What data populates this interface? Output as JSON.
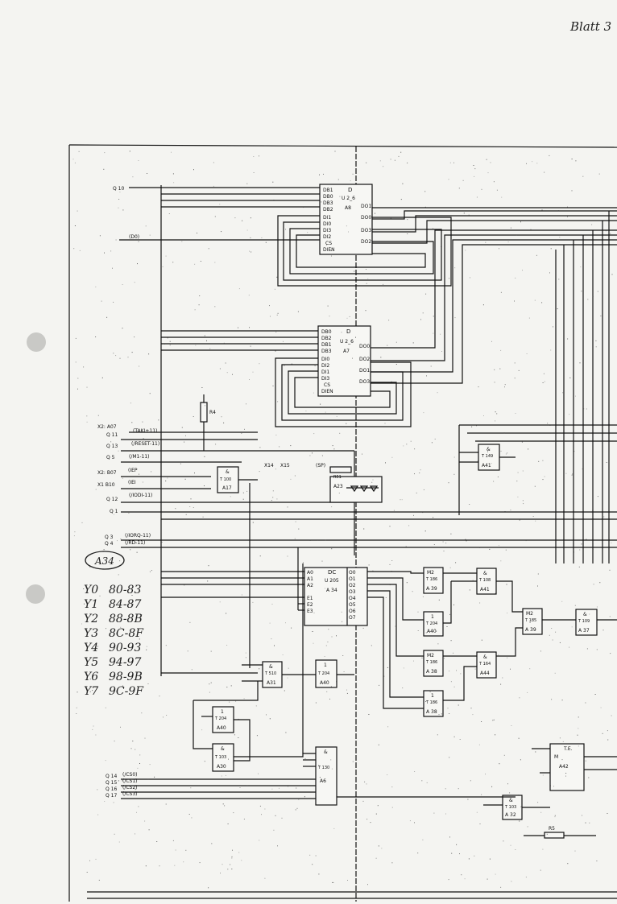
{
  "sheet": {
    "page_label": "Blatt 3"
  },
  "annotation": {
    "circled": "A34",
    "map": [
      {
        "y": "Y0",
        "range": "80-83"
      },
      {
        "y": "Y1",
        "range": "84-87"
      },
      {
        "y": "Y2",
        "range": "88-8B"
      },
      {
        "y": "Y3",
        "range": "8C-8F"
      },
      {
        "y": "Y4",
        "range": "90-93"
      },
      {
        "y": "Y5",
        "range": "94-97"
      },
      {
        "y": "Y6",
        "range": "98-9B"
      },
      {
        "y": "Y7",
        "range": "9C-9F"
      }
    ]
  },
  "signals": {
    "q10": "Q 10",
    "d0": "(D0)",
    "x2_a07": "X2: A07",
    "taki": "(TAKI+11)",
    "q11": "Q 11",
    "q13": "Q 13",
    "reset": "(/RESET-11)",
    "q5": "Q 5",
    "m1": "(/M1-11)",
    "x2_b07": "X2: B07",
    "iep": "(IEP",
    "x1_b10": "X1 B10",
    "iei": "(IEI",
    "q12": "Q 12",
    "iodi": "(/IODI-11)",
    "q1": "Q 1",
    "q3": "Q 3",
    "q4": "Q 4",
    "iorq": "(/IORQ-11)",
    "rd": "(/RD-11)",
    "q14": "Q 14",
    "q15": "Q 15",
    "q16": "Q 16",
    "q17": "Q 17",
    "cs0": "(/CS0)",
    "cs1": "(/CS1)",
    "cs2": "(/CS2)",
    "cs3": "(/CS3)",
    "x14": "X14",
    "x15": "X15",
    "sp": "(SP)"
  },
  "components": {
    "a8": {
      "name": "D",
      "type": "U 2_6",
      "ref": "A8",
      "inputs": [
        "DB1",
        "DB0",
        "DB3",
        "DB2",
        "DI1",
        "DI0",
        "DI3",
        "DI2",
        "CS",
        "DIEN"
      ],
      "outputs": [
        "DO1",
        "DO0",
        "DO3",
        "DO2"
      ]
    },
    "a7": {
      "name": "D",
      "type": "U 2_6",
      "ref": "A7",
      "inputs": [
        "DB0",
        "DB2",
        "DB1",
        "DB3",
        "DI0",
        "DI2",
        "DI1",
        "DI3",
        "CS",
        "DIEN"
      ],
      "outputs": [
        "DO0",
        "DO2",
        "DO1",
        "DO3"
      ]
    },
    "a34": {
      "name": "DC",
      "type": "U 205",
      "ref": "A 34",
      "inputs": [
        "A0",
        "A1",
        "A2",
        "E1",
        "E2",
        "E3"
      ],
      "outputs": [
        "O0",
        "O1",
        "O2",
        "O3",
        "O4",
        "O5",
        "O6",
        "O7"
      ]
    },
    "a17": {
      "op": "&",
      "type": "T 100",
      "ref": "A17"
    },
    "a41a": {
      "op": "&",
      "type": "T 149",
      "ref": "A41"
    },
    "a23": {
      "ref": "A23"
    },
    "a39": {
      "op": "M2",
      "type": "T 186",
      "ref": "A 39"
    },
    "a41b": {
      "op": "&",
      "type": "T 108",
      "ref": "A41"
    },
    "a40a": {
      "op": "1",
      "type": "T 204",
      "ref": "A40"
    },
    "a39b": {
      "op": "M2",
      "type": "T 185",
      "ref": "A 39"
    },
    "a37": {
      "op": "&",
      "type": "T 109",
      "ref": "A 37"
    },
    "a38": {
      "op": "M2",
      "type": "T 186",
      "ref": "A 38"
    },
    "a44": {
      "op": "&",
      "type": "T 164",
      "ref": "A44"
    },
    "a38b": {
      "op": "1",
      "type": "T 186",
      "ref": "A 38"
    },
    "a31": {
      "op": "&",
      "type": "T 510",
      "ref": "A31"
    },
    "a40b": {
      "op": "1",
      "type": "T 204",
      "ref": "A40"
    },
    "a40c": {
      "op": "1",
      "type": "T 204",
      "ref": "A40"
    },
    "a30": {
      "op": "&",
      "type": "T 103",
      "ref": "A30"
    },
    "a6": {
      "op": "&",
      "type": "T 130",
      "ref": "A6"
    },
    "a32": {
      "op": "&",
      "type": "T 103",
      "ref": "A 32"
    },
    "a42": {
      "op": "T.E.",
      "type": "M",
      "ref": "A42"
    },
    "r4": {
      "ref": "R4"
    },
    "r5": {
      "ref": "R5"
    },
    "r51": {
      "ref": "R51"
    }
  }
}
